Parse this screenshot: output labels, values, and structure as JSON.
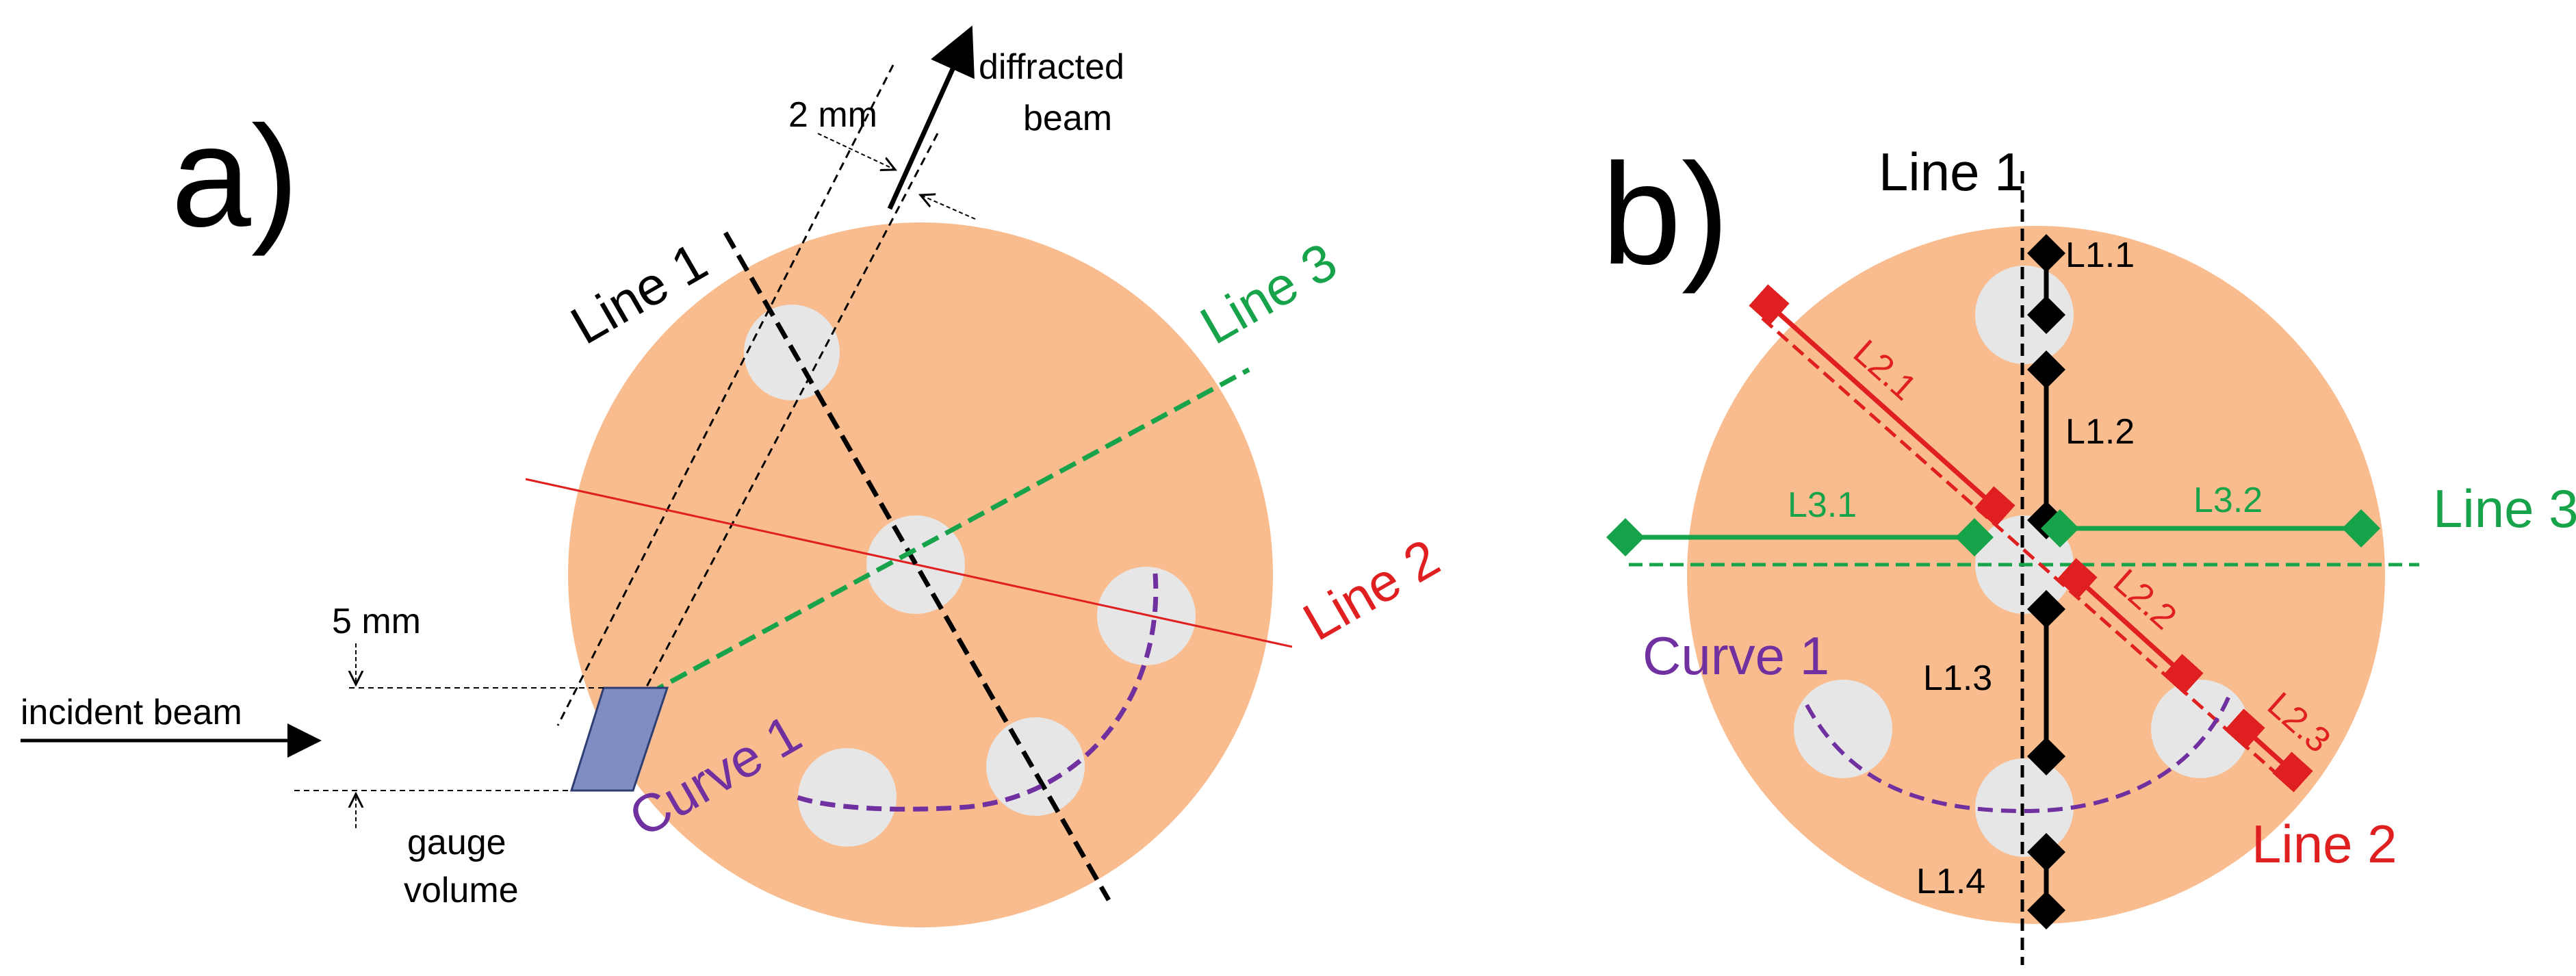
{
  "colors": {
    "disc": "#F9BC8F",
    "hole": "#E6E6E6",
    "line1": "#000000",
    "line2": "#E02020",
    "line3": "#17A34A",
    "curve": "#7030A0",
    "gauge_fill": "#7E8EC4",
    "gauge_stroke": "#2F3E72"
  },
  "icons": {
    "arrow": "arrow-icon",
    "gauge_volume": "parallelogram-icon"
  },
  "panel_a": {
    "label": "a)",
    "line1": "Line 1",
    "line2": "Line 2",
    "line3": "Line 3",
    "curve1": "Curve 1",
    "dim_2mm": "2 mm",
    "diffracted_1": "diffracted",
    "diffracted_2": "beam",
    "dim_5mm": "5 mm",
    "incident": "incident beam",
    "gauge_1": "gauge",
    "gauge_2": "volume"
  },
  "panel_b": {
    "label": "b)",
    "line1": "Line 1",
    "line2": "Line 2",
    "line3": "Line 3",
    "curve1": "Curve 1",
    "seg": {
      "L1_1": "L1.1",
      "L1_2": "L1.2",
      "L1_3": "L1.3",
      "L1_4": "L1.4",
      "L2_1": "L2.1",
      "L2_2": "L2.2",
      "L2_3": "L2.3",
      "L3_1": "L3.1",
      "L3_2": "L3.2"
    }
  }
}
